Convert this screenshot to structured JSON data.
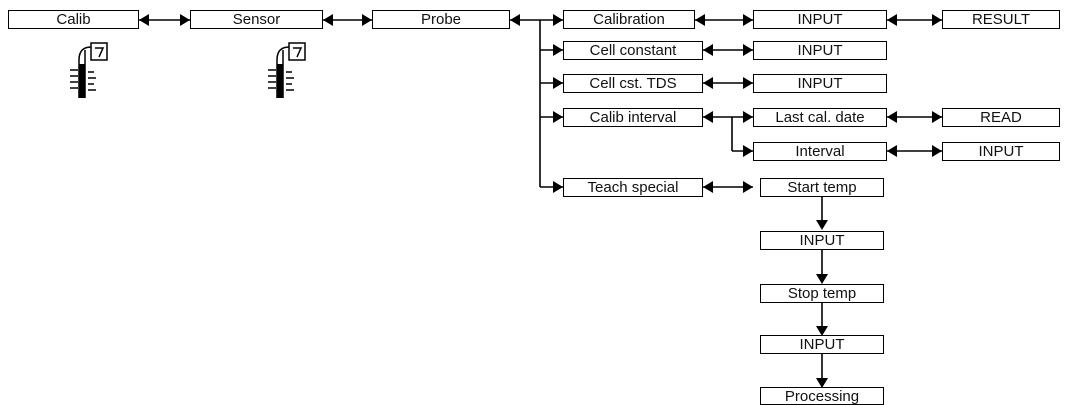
{
  "menu": {
    "calib": "Calib",
    "sensor": "Sensor",
    "probe": "Probe"
  },
  "probe_options": {
    "calibration": "Calibration",
    "cell_constant": "Cell constant",
    "cell_cst_tds": "Cell cst. TDS",
    "calib_interval": "Calib interval",
    "teach_special": "Teach special"
  },
  "calibration": {
    "input": "INPUT",
    "result": "RESULT"
  },
  "cell_constant": {
    "input": "INPUT"
  },
  "cell_cst_tds": {
    "input": "INPUT"
  },
  "calib_interval": {
    "last_cal_date": "Last cal. date",
    "last_cal_date_action": "READ",
    "interval": "Interval",
    "interval_action": "INPUT"
  },
  "teach_special": {
    "start_temp": "Start temp",
    "start_input": "INPUT",
    "stop_temp": "Stop temp",
    "stop_input": "INPUT",
    "processing": "Processing"
  },
  "icons": [
    "probe-sensor-icon",
    "probe-sensor-icon"
  ],
  "colors": {
    "line": "#000000",
    "background": "#ffffff"
  }
}
